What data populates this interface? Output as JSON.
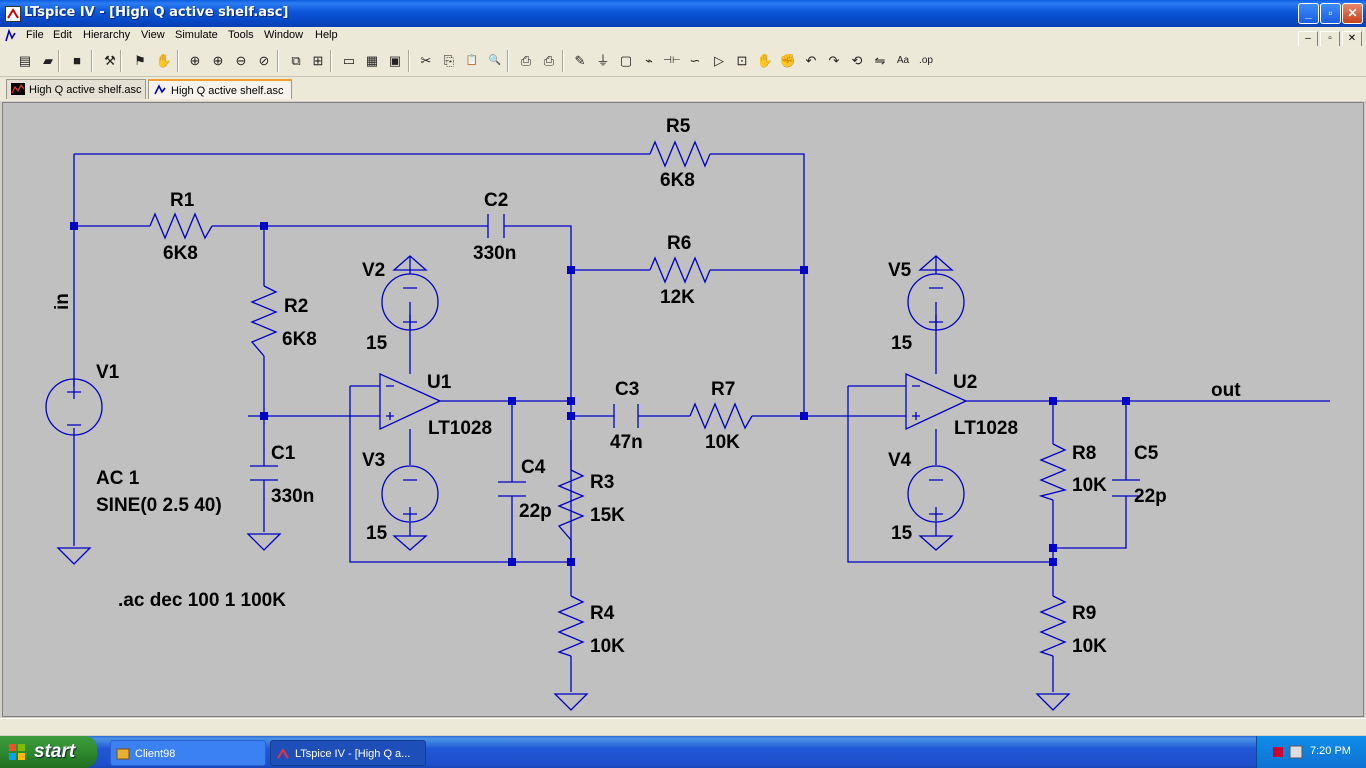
{
  "window": {
    "title": "LTspice IV - [High Q active shelf.asc]"
  },
  "menu": [
    "File",
    "Edit",
    "Hierarchy",
    "View",
    "Simulate",
    "Tools",
    "Window",
    "Help"
  ],
  "toolbar_icons": [
    "new-schematic-icon",
    "open-icon",
    "save-icon",
    "control-panel-icon",
    "run-icon",
    "halt-icon",
    "zoom-in-icon",
    "pan-icon",
    "zoom-out-icon",
    "zoom-cancel-icon",
    "autorange-icon",
    "fit-icon",
    "tile-horizontal-icon",
    "cascade-icon",
    "close-window-icon",
    "cut-icon",
    "copy-icon",
    "paste-icon",
    "find-icon",
    "print-setup-icon",
    "print-icon",
    "draw-wire-icon",
    "ground-icon",
    "label-net-icon",
    "resistor-icon",
    "capacitor-icon",
    "inductor-icon",
    "diode-icon",
    "component-icon",
    "move-icon",
    "drag-icon",
    "undo-icon",
    "redo-icon",
    "rotate-icon",
    "mirror-icon",
    "text-icon",
    "spice-directive-icon"
  ],
  "tabs": [
    {
      "label": "High Q active shelf.asc",
      "kind": "waveform"
    },
    {
      "label": "High Q active shelf.asc",
      "kind": "schematic"
    }
  ],
  "schematic": {
    "colors": {
      "wire": "#0000c8",
      "background": "#c0c0c0",
      "text": "#000000"
    },
    "labels": [
      {
        "id": "r5_name",
        "text": "R5"
      },
      {
        "id": "r5_value",
        "text": "6K8"
      },
      {
        "id": "r1_name",
        "text": "R1"
      },
      {
        "id": "r1_value",
        "text": "6K8"
      },
      {
        "id": "c2_name",
        "text": "C2"
      },
      {
        "id": "c2_value",
        "text": "330n"
      },
      {
        "id": "r6_name",
        "text": "R6"
      },
      {
        "id": "r6_value",
        "text": "12K"
      },
      {
        "id": "net_in",
        "text": "in"
      },
      {
        "id": "r2_name",
        "text": "R2"
      },
      {
        "id": "r2_value",
        "text": "6K8"
      },
      {
        "id": "v2_name",
        "text": "V2"
      },
      {
        "id": "v2_value",
        "text": "15"
      },
      {
        "id": "v5_name",
        "text": "V5"
      },
      {
        "id": "v5_value",
        "text": "15"
      },
      {
        "id": "v1_name",
        "text": "V1"
      },
      {
        "id": "u1_name",
        "text": "U1"
      },
      {
        "id": "u1_model",
        "text": "LT1028"
      },
      {
        "id": "c3_name",
        "text": "C3"
      },
      {
        "id": "c3_value",
        "text": "47n"
      },
      {
        "id": "r7_name",
        "text": "R7"
      },
      {
        "id": "r7_value",
        "text": "10K"
      },
      {
        "id": "u2_name",
        "text": "U2"
      },
      {
        "id": "u2_model",
        "text": "LT1028"
      },
      {
        "id": "net_out",
        "text": "out"
      },
      {
        "id": "c1_name",
        "text": "C1"
      },
      {
        "id": "c1_value",
        "text": "330n"
      },
      {
        "id": "v3_name",
        "text": "V3"
      },
      {
        "id": "v3_value",
        "text": "15"
      },
      {
        "id": "c4_name",
        "text": "C4"
      },
      {
        "id": "c4_value",
        "text": "22p"
      },
      {
        "id": "r3_name",
        "text": "R3"
      },
      {
        "id": "r3_value",
        "text": "15K"
      },
      {
        "id": "v4_name",
        "text": "V4"
      },
      {
        "id": "v4_value",
        "text": "15"
      },
      {
        "id": "r8_name",
        "text": "R8"
      },
      {
        "id": "r8_value",
        "text": "10K"
      },
      {
        "id": "c5_name",
        "text": "C5"
      },
      {
        "id": "c5_value",
        "text": "22p"
      },
      {
        "id": "v1_ac",
        "text": "AC 1"
      },
      {
        "id": "v1_sine",
        "text": "SINE(0 2.5 40)"
      },
      {
        "id": "directive",
        "text": ".ac dec 100 1 100K"
      },
      {
        "id": "r4_name",
        "text": "R4"
      },
      {
        "id": "r4_value",
        "text": "10K"
      },
      {
        "id": "r9_name",
        "text": "R9"
      },
      {
        "id": "r9_value",
        "text": "10K"
      }
    ]
  },
  "taskbar": {
    "start_label": "start",
    "tasks": [
      {
        "label": "Client98",
        "active": false
      },
      {
        "label": "LTspice IV - [High Q a...",
        "active": true
      }
    ],
    "clock": "7:20 PM"
  }
}
